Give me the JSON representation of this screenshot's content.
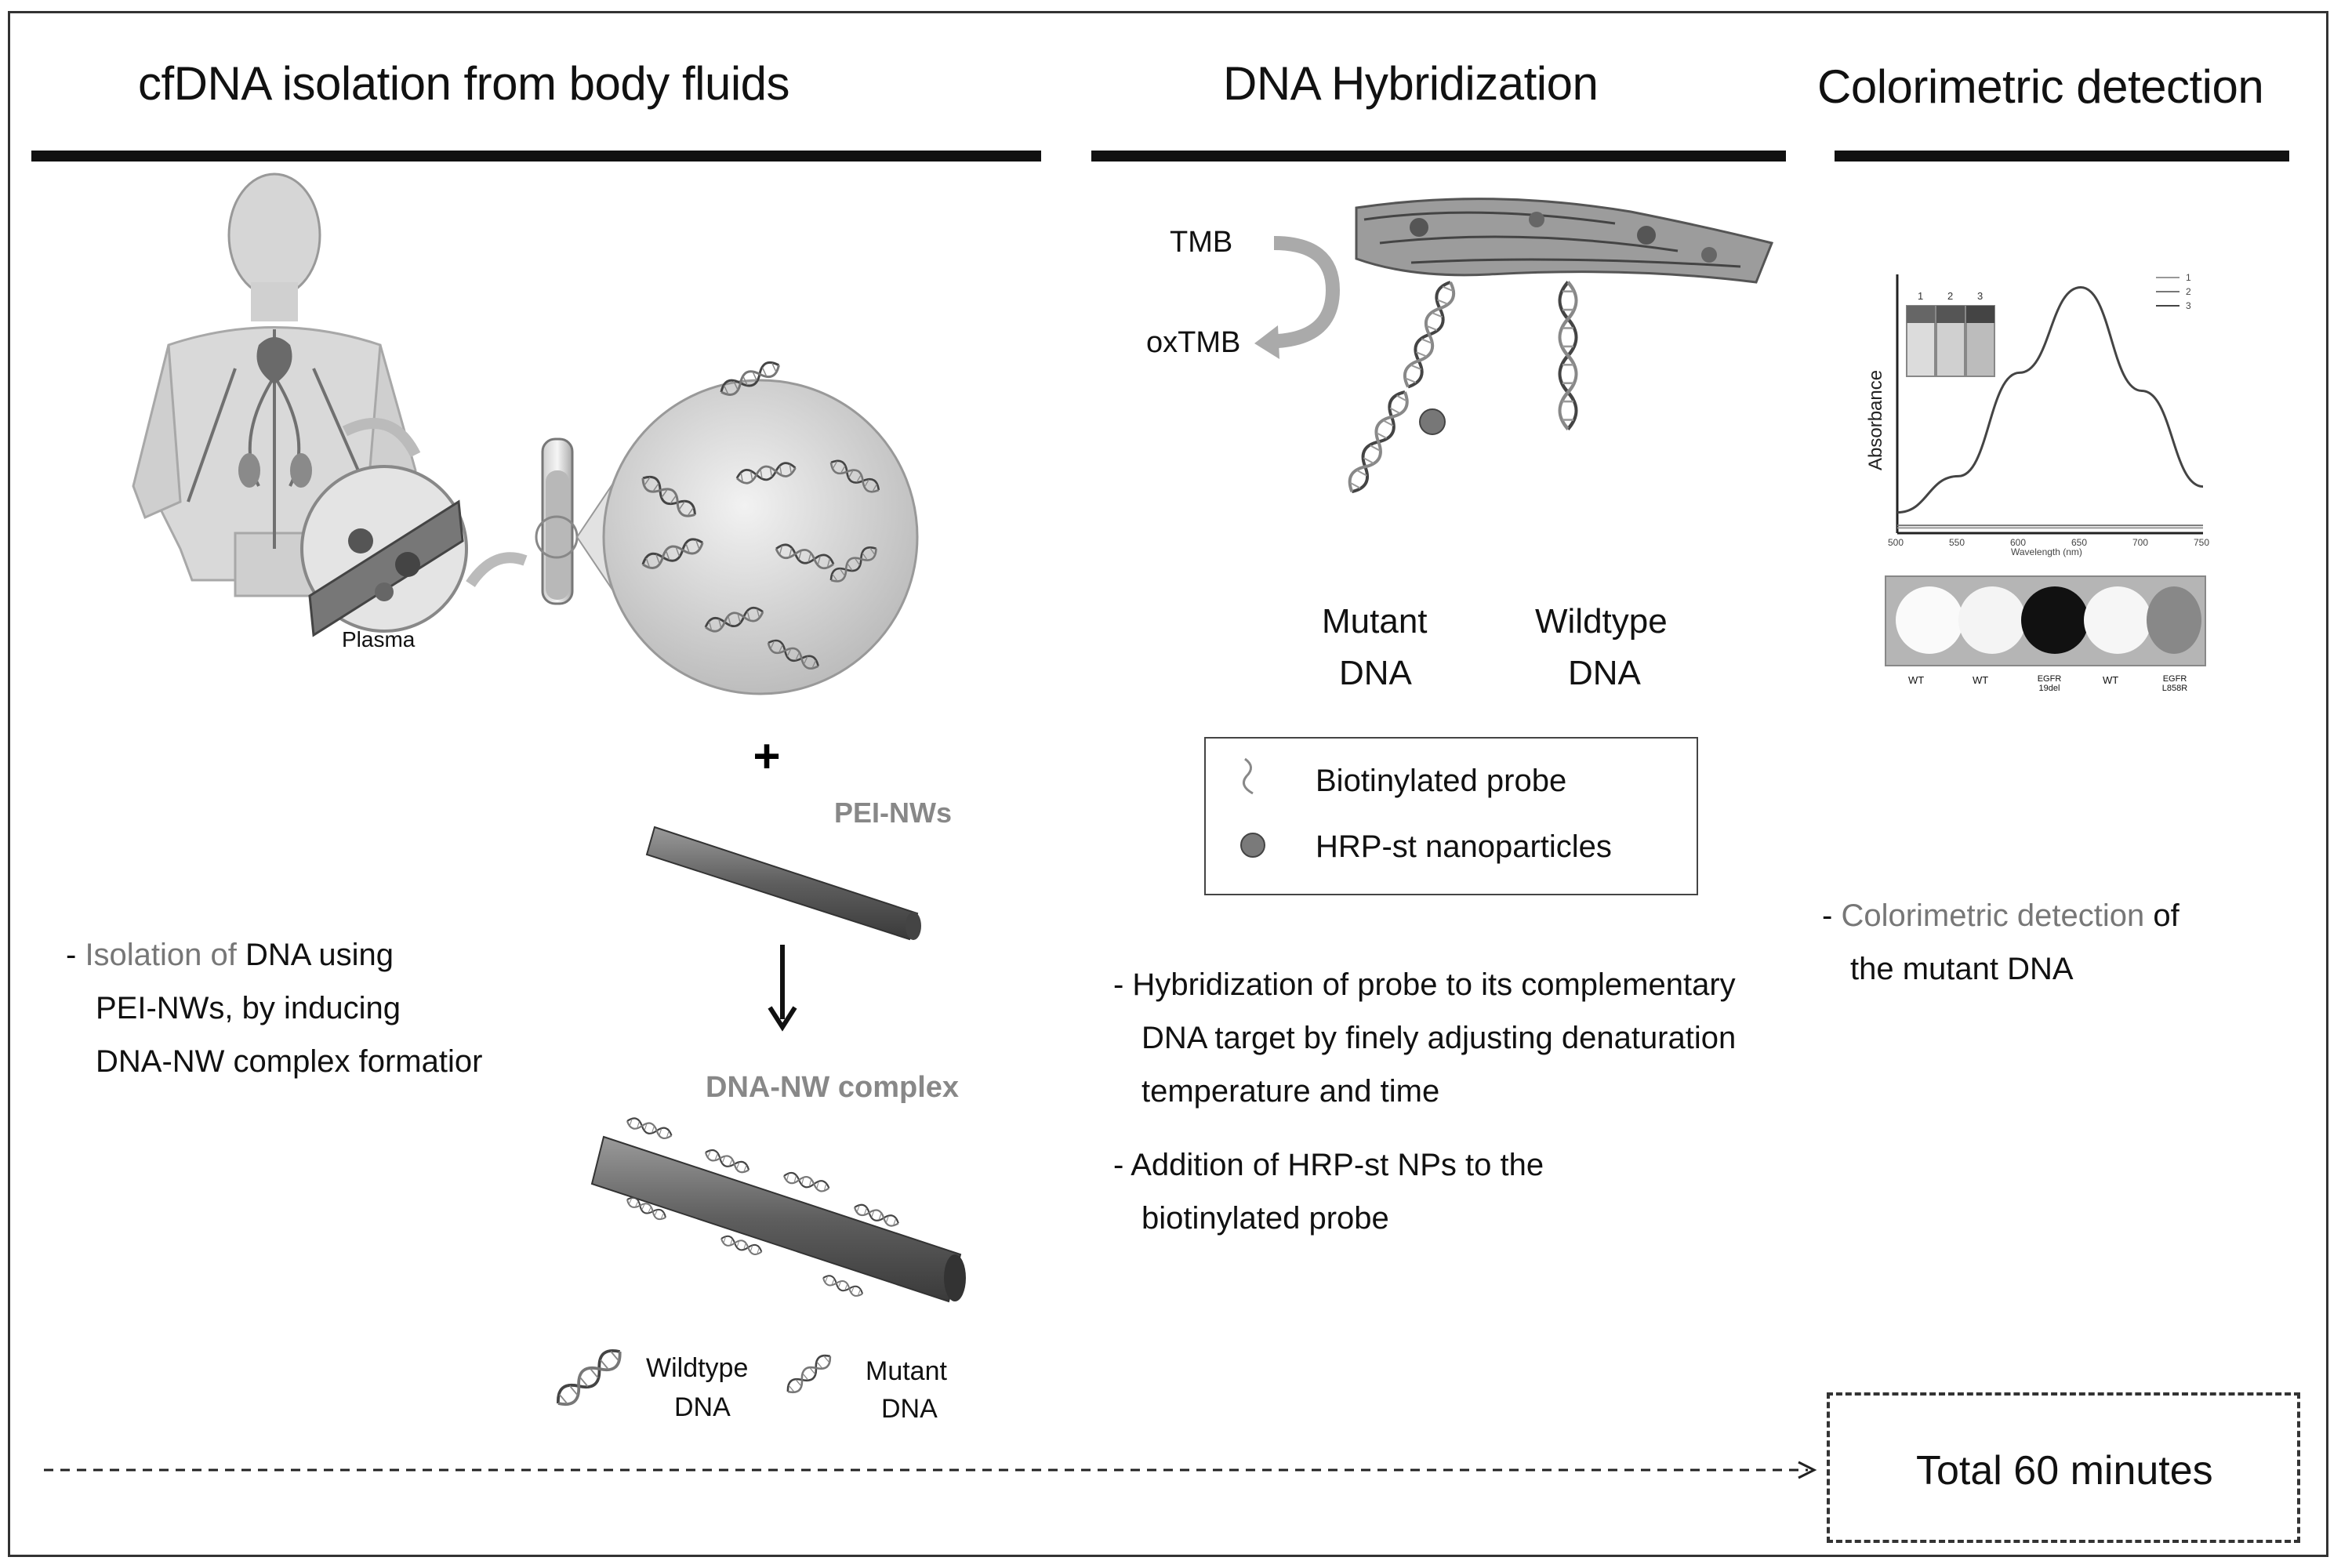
{
  "sections": {
    "isolation": {
      "title": "cfDNA isolation from body fluids",
      "plasma_label": "Plasma",
      "plus": "+",
      "pei_label": "PEI-NWs",
      "complex_label": "DNA-NW complex",
      "wildtype_label": [
        "Wildtype",
        "DNA"
      ],
      "mutant_label": [
        "Mutant",
        "DNA"
      ],
      "bullet": {
        "dash": "- ",
        "highlight1": "Isolation of",
        "rest1": " DNA using",
        "line2": "PEI-NWs,  by inducing",
        "line3": "DNA-NW complex formatior"
      }
    },
    "hybridization": {
      "title": "DNA Hybridization",
      "tmb": "TMB",
      "oxtmb": "oxTMB",
      "mutant_label": [
        "Mutant",
        "DNA"
      ],
      "wildtype_label": [
        "Wildtype",
        "DNA"
      ],
      "legend": {
        "probe": "Biotinylated probe",
        "hrp": "HRP-st nanoparticles"
      },
      "bullets": [
        [
          "- Hybridization of probe to its complementary",
          "DNA target by finely adjusting denaturation",
          "temperature and time"
        ],
        [
          "- Addition of HRP-st NPs to the",
          "biotinylated probe"
        ]
      ]
    },
    "detection": {
      "title": "Colorimetric detection",
      "chart": {
        "ylabel": "Absorbance",
        "xlabel": "Wavelength (nm)",
        "x_ticks": [
          "500",
          "550",
          "600",
          "650",
          "700",
          "750"
        ],
        "legend": [
          "1",
          "2",
          "3"
        ],
        "vial_labels": [
          "1",
          "2",
          "3"
        ]
      },
      "well_labels": [
        "WT",
        "WT",
        "EGFR 19del",
        "WT",
        "EGFR L858R"
      ],
      "bullet": {
        "dash": "- ",
        "highlight": "Colorimetric detection",
        "rest": " of",
        "line2": "the mutant DNA"
      }
    }
  },
  "total_label": "Total 60 minutes",
  "colors": {
    "rule": "#111111",
    "highlight_text": "#777777",
    "chart_line": "#444444"
  },
  "chart_data": {
    "type": "line",
    "ylabel": "Absorbance",
    "xlabel": "Wavelength (nm)",
    "xlim": [
      500,
      750
    ],
    "series": [
      {
        "name": "1",
        "x": [
          500,
          550,
          600,
          650,
          700,
          750
        ],
        "y": [
          0.02,
          0.02,
          0.02,
          0.02,
          0.02,
          0.02
        ]
      },
      {
        "name": "2",
        "x": [
          500,
          550,
          600,
          650,
          700,
          750
        ],
        "y": [
          0.03,
          0.03,
          0.03,
          0.03,
          0.03,
          0.03
        ]
      },
      {
        "name": "3",
        "x": [
          500,
          550,
          600,
          650,
          700,
          750
        ],
        "y": [
          0.08,
          0.22,
          0.62,
          0.95,
          0.55,
          0.18
        ]
      }
    ]
  }
}
